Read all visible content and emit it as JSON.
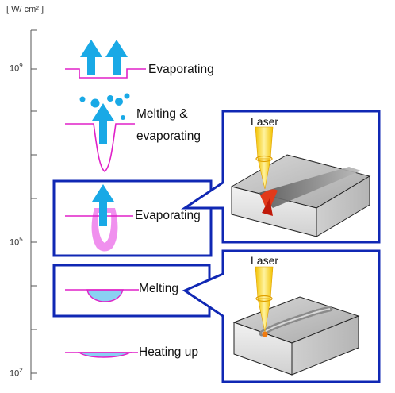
{
  "axis": {
    "unit_label": "[ W/ cm² ]",
    "ticks": [
      {
        "base": "10",
        "exp": "9"
      },
      {
        "base": "10",
        "exp": "5"
      },
      {
        "base": "10",
        "exp": "2"
      }
    ]
  },
  "stages": [
    {
      "label": "Evaporating"
    },
    {
      "label_line1": "Melting &",
      "label_line2": "evaporating"
    },
    {
      "label": "Evaporating"
    },
    {
      "label": "Melting"
    },
    {
      "label": "Heating up"
    }
  ],
  "callouts": [
    {
      "label": "Laser"
    },
    {
      "label": "Laser"
    }
  ],
  "colors": {
    "arrow": "#19a9e6",
    "surface_line": "#e020c8",
    "frame": "#1028b4",
    "melt_pool": "#8ad0f2",
    "keyhole": "#f090ee",
    "laser_beam": "#f6d24a",
    "axis": "#444444"
  }
}
